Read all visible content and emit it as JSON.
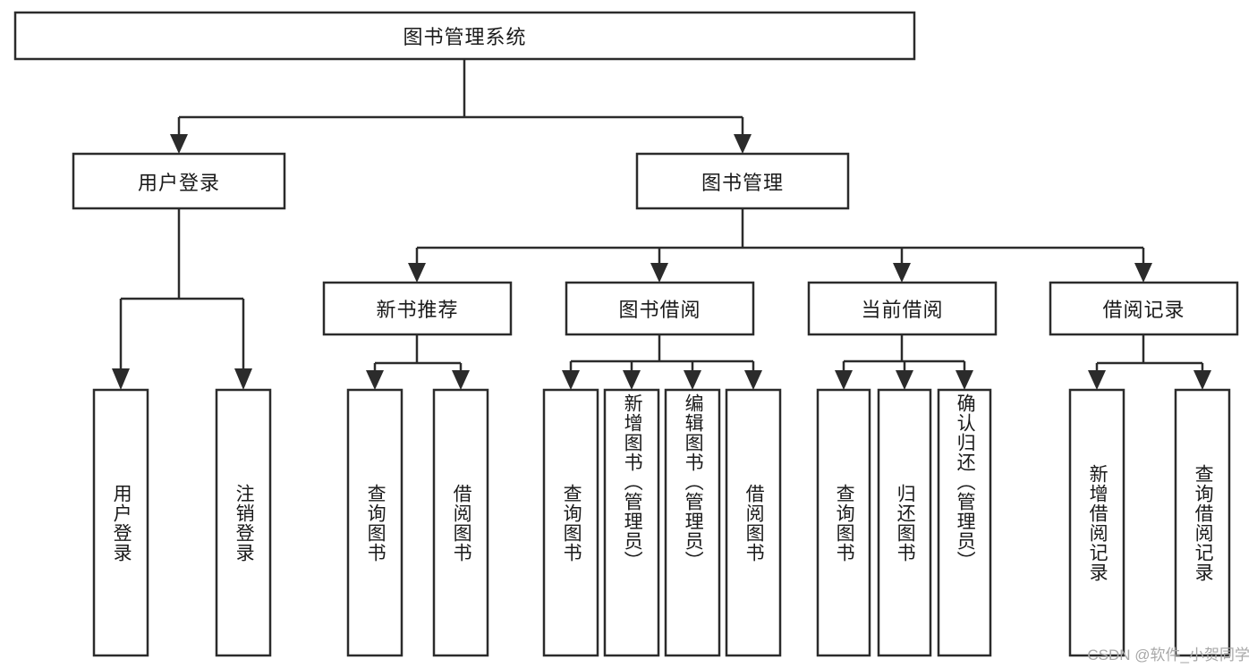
{
  "diagram": {
    "type": "tree",
    "title": "图书管理系统",
    "root": {
      "id": "root",
      "label": "图书管理系统",
      "orientation": "horizontal"
    },
    "level1": [
      {
        "id": "user-login",
        "label": "用户登录",
        "orientation": "horizontal"
      },
      {
        "id": "book-management",
        "label": "图书管理",
        "orientation": "horizontal"
      }
    ],
    "level2": [
      {
        "id": "new-book-recommend",
        "label": "新书推荐",
        "orientation": "horizontal",
        "parent": "book-management"
      },
      {
        "id": "book-borrow",
        "label": "图书借阅",
        "orientation": "horizontal",
        "parent": "book-management"
      },
      {
        "id": "current-borrow",
        "label": "当前借阅",
        "orientation": "horizontal",
        "parent": "book-management"
      },
      {
        "id": "borrow-record",
        "label": "借阅记录",
        "orientation": "horizontal",
        "parent": "book-management"
      }
    ],
    "leaves": [
      {
        "id": "leaf-user-login",
        "label": "用户登录",
        "orientation": "vertical",
        "parent": "user-login"
      },
      {
        "id": "leaf-logout-login",
        "label": "注销登录",
        "orientation": "vertical",
        "parent": "user-login"
      },
      {
        "id": "leaf-query-book-1",
        "label": "查询图书",
        "orientation": "vertical",
        "parent": "new-book-recommend"
      },
      {
        "id": "leaf-borrow-book-1",
        "label": "借阅图书",
        "orientation": "vertical",
        "parent": "new-book-recommend"
      },
      {
        "id": "leaf-query-book-2",
        "label": "查询图书",
        "orientation": "vertical",
        "parent": "book-borrow"
      },
      {
        "id": "leaf-add-book",
        "label": "新增图书（管理员）",
        "orientation": "vertical",
        "parent": "book-borrow"
      },
      {
        "id": "leaf-edit-book",
        "label": "编辑图书（管理员）",
        "orientation": "vertical",
        "parent": "book-borrow"
      },
      {
        "id": "leaf-borrow-book-2",
        "label": "借阅图书",
        "orientation": "vertical",
        "parent": "book-borrow"
      },
      {
        "id": "leaf-query-book-3",
        "label": "查询图书",
        "orientation": "vertical",
        "parent": "current-borrow"
      },
      {
        "id": "leaf-return-book",
        "label": "归还图书",
        "orientation": "vertical",
        "parent": "current-borrow"
      },
      {
        "id": "leaf-confirm-return",
        "label": "确认归还（管理员）",
        "orientation": "vertical",
        "parent": "current-borrow"
      },
      {
        "id": "leaf-add-record",
        "label": "新增借阅记录",
        "orientation": "vertical",
        "parent": "borrow-record"
      },
      {
        "id": "leaf-query-record",
        "label": "查询借阅记录",
        "orientation": "vertical",
        "parent": "borrow-record"
      }
    ],
    "colors": {
      "stroke": "#2b2b2b",
      "fill": "#ffffff",
      "text": "#1a1a1a",
      "watermark": "#a8a8a8",
      "background": "#ffffff"
    }
  },
  "watermark": {
    "text": "CSDN @软件_小贺同学"
  }
}
